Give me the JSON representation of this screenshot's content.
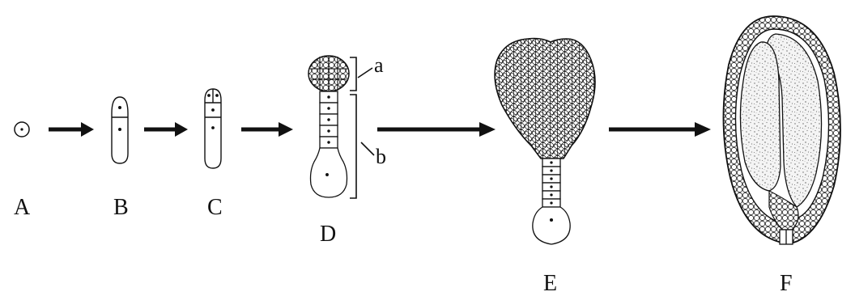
{
  "stages": [
    {
      "label": "A"
    },
    {
      "label": "B"
    },
    {
      "label": "C"
    },
    {
      "label": "D"
    },
    {
      "label": "E"
    },
    {
      "label": "F"
    }
  ],
  "annotations": {
    "a": "a",
    "b": "b"
  },
  "colors": {
    "ink": "#111111",
    "stipple": "#888888",
    "background": "#ffffff"
  }
}
